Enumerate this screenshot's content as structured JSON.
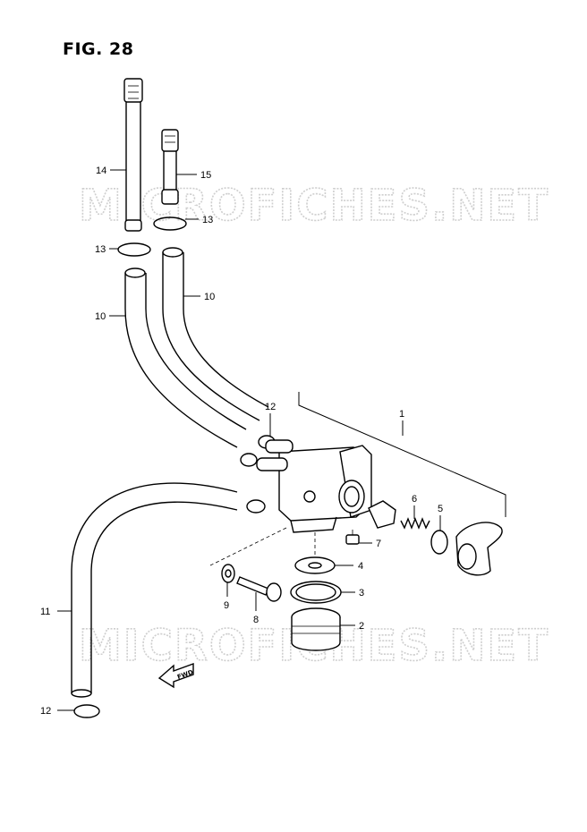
{
  "figure": {
    "title": "FIG. 28"
  },
  "watermark": {
    "text": "MICROFICHES.NET"
  },
  "fwd_label": "FWD",
  "callouts": {
    "c1": "1",
    "c2": "2",
    "c3": "3",
    "c4": "4",
    "c5": "5",
    "c6": "6",
    "c7": "7",
    "c8": "8",
    "c9": "9",
    "c10a": "10",
    "c10b": "10",
    "c11": "11",
    "c12a": "12",
    "c12b": "12",
    "c13a": "13",
    "c13b": "13",
    "c14": "14",
    "c15": "15"
  }
}
